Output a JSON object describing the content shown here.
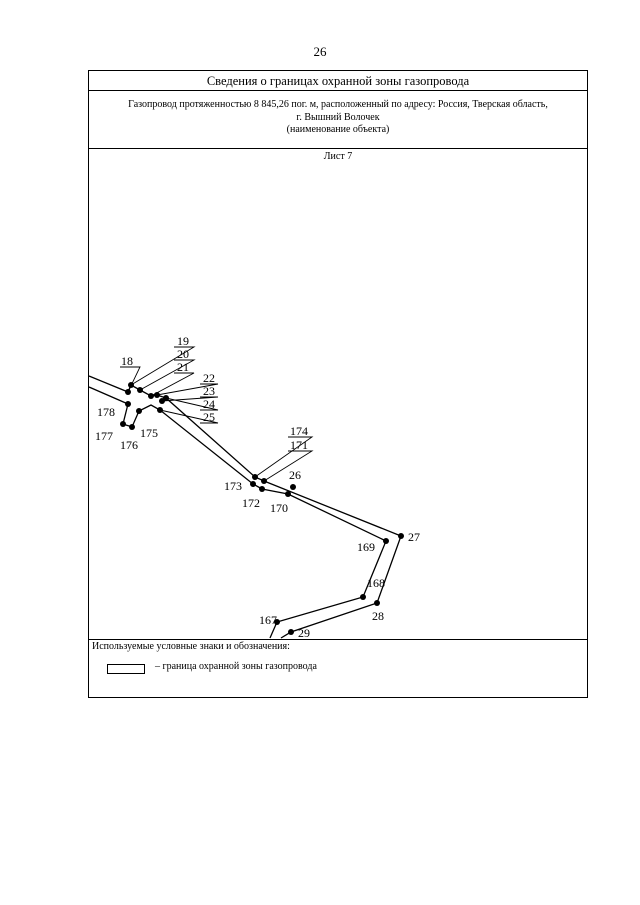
{
  "page_number": "26",
  "header": {
    "title": "Сведения о границах охранной зоны газопровода",
    "object_line1": "Газопровод протяженностью 8 845,26 пог. м, расположенный по адресу: Россия, Тверская область,",
    "object_line2": "г. Вышний Волочек",
    "object_caption": "(наименование объекта)"
  },
  "sheet_label": "Лист 7",
  "map": {
    "point_labels": {
      "p18": "18",
      "p19": "19",
      "p20": "20",
      "p21": "21",
      "p22": "22",
      "p23": "23",
      "p24": "24",
      "p25": "25",
      "p178": "178",
      "p177": "177",
      "p176": "176",
      "p175": "175",
      "p174": "174",
      "p171": "171",
      "p26": "26",
      "p173": "173",
      "p172": "172",
      "p170": "170",
      "p27": "27",
      "p169": "169",
      "p168": "168",
      "p28": "28",
      "p167": "167",
      "p29": "29"
    }
  },
  "legend": {
    "title": "Используемые условные знаки и обозначения:",
    "item_label": "– граница охранной зоны газопровода"
  }
}
